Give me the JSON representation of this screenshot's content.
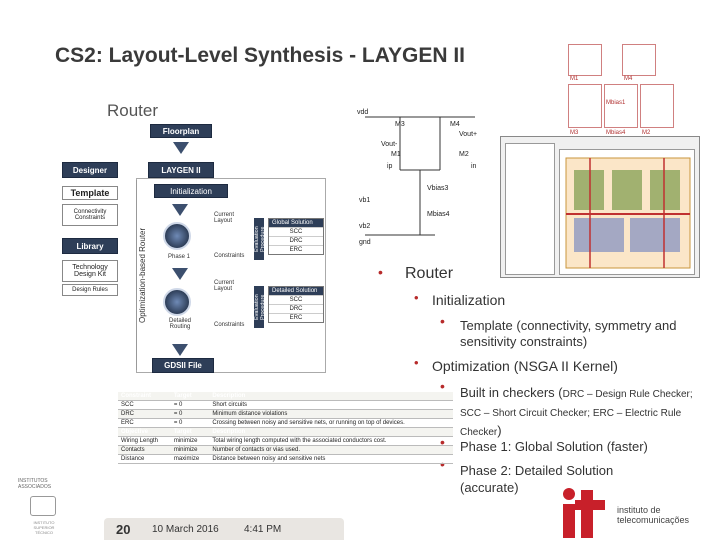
{
  "slide": {
    "title": "CS2: Layout-Level Synthesis - LAYGEN II",
    "router_label": "Router"
  },
  "flow": {
    "floorplan": "Floorplan",
    "designer": "Designer",
    "laygen": "LAYGEN II",
    "template": "Template",
    "connectivity": "Connectivity Constraints",
    "library": "Library",
    "techkit": "Technology Design Kit",
    "design_rules": "Design Rules",
    "vertical_label": "Optimization-based Router",
    "initialization": "Initialization",
    "phase1": "Phase 1",
    "detailed_routing": "Detailed Routing",
    "current_layout_1": "Current Layout",
    "current_layout_2": "Current Layout",
    "constraints_1": "Constraints",
    "constraints_2": "Constraints",
    "eval_1": "Evaluation Procedure",
    "eval_2": "Evaluation Procedure",
    "global_solution": "Global Solution",
    "detailed_solution": "Detailed Solution",
    "scc": "SCC",
    "drc": "DRC",
    "erc": "ERC",
    "gdsii": "GDSII File"
  },
  "schematic": {
    "vdd": "vdd",
    "m3": "M3",
    "m4": "M4",
    "vout_minus": "Vout-",
    "vout_plus": "Vout+",
    "m1": "M1",
    "m2": "M2",
    "ip": "ip",
    "in": "in",
    "vbias3": "Vbias3",
    "vb1": "vb1",
    "mbias4": "Mbias4",
    "vb2": "vb2",
    "gnd": "gnd"
  },
  "floorplan_labels": {
    "m1": "M1",
    "m4": "M4",
    "mbias1": "Mbias1",
    "m3": "M3",
    "mbias4": "Mbias4",
    "m2": "M2"
  },
  "bullets": {
    "l1": "Router",
    "l2a": "Initialization",
    "l3a": "Template (connectivity, symmetry and sensitivity constraints)",
    "l2b": "Optimization (NSGA II Kernel)",
    "l3b_main": "Built in checkers (",
    "l3b_small": "DRC – Design Rule Checker; SCC – Short Circuit Checker; ERC – Electric Rule Checker",
    "l3b_close": ")",
    "l3c": "Phase 1: Global Solution  (faster)",
    "l3d": "Phase 2: Detailed Solution (accurate)"
  },
  "ctable": {
    "headers": [
      "Constraint",
      "Target",
      "Description"
    ],
    "rows": [
      [
        "SCC",
        "= 0",
        "Short circuits"
      ],
      [
        "DRC",
        "= 0",
        "Minimum distance violations"
      ],
      [
        "ERC",
        "= 0",
        "Crossing between noisy and sensitive nets, or running on top of devices."
      ]
    ],
    "obj_headers": [
      "Objective",
      "Target",
      "Description"
    ],
    "obj_rows": [
      [
        "Wiring Length",
        "minimize",
        "Total wiring length computed with the associated conductors cost."
      ],
      [
        "Contacts",
        "minimize",
        "Number of contacts or vias used."
      ],
      [
        "Distance",
        "maximize",
        "Distance between noisy and sensitive nets"
      ]
    ]
  },
  "footer": {
    "page": "20",
    "date": "10 March 2016",
    "time": "4:41 PM"
  },
  "logos": {
    "left_inst": "INSTITUTOS ASSOCIADOS",
    "left_shield": "INSTITUTO SUPERIOR TÉCNICO",
    "it_line1": "instituto de",
    "it_line2": "telecomunicações"
  },
  "colors": {
    "dark_box": "#2e3e58",
    "bullet_red": "#b72b2b",
    "table_header": "#5d6b4a",
    "it_red": "#c8202a"
  }
}
